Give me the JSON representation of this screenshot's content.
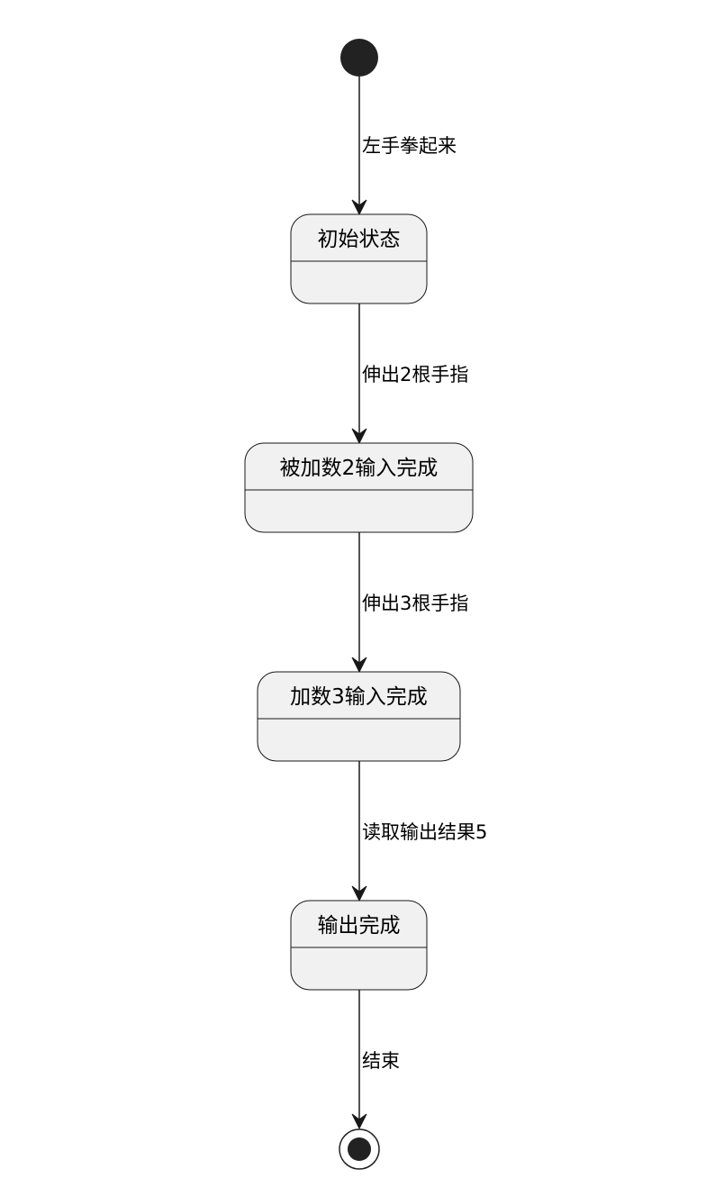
{
  "diagram": {
    "type": "state-diagram",
    "states": [
      {
        "id": "initial",
        "label": "初始状态"
      },
      {
        "id": "addend2",
        "label": "被加数2输入完成"
      },
      {
        "id": "addend3",
        "label": "加数3输入完成"
      },
      {
        "id": "output",
        "label": "输出完成"
      }
    ],
    "transitions": [
      {
        "from": "start",
        "to": "initial",
        "label": "左手拳起来"
      },
      {
        "from": "initial",
        "to": "addend2",
        "label": "伸出2根手指"
      },
      {
        "from": "addend2",
        "to": "addend3",
        "label": "伸出3根手指"
      },
      {
        "from": "addend3",
        "to": "output",
        "label": "读取输出结果5"
      },
      {
        "from": "output",
        "to": "end",
        "label": "结束"
      }
    ],
    "colors": {
      "state_fill": "#f1f1f1",
      "stroke": "#181818",
      "node": "#222222"
    }
  }
}
